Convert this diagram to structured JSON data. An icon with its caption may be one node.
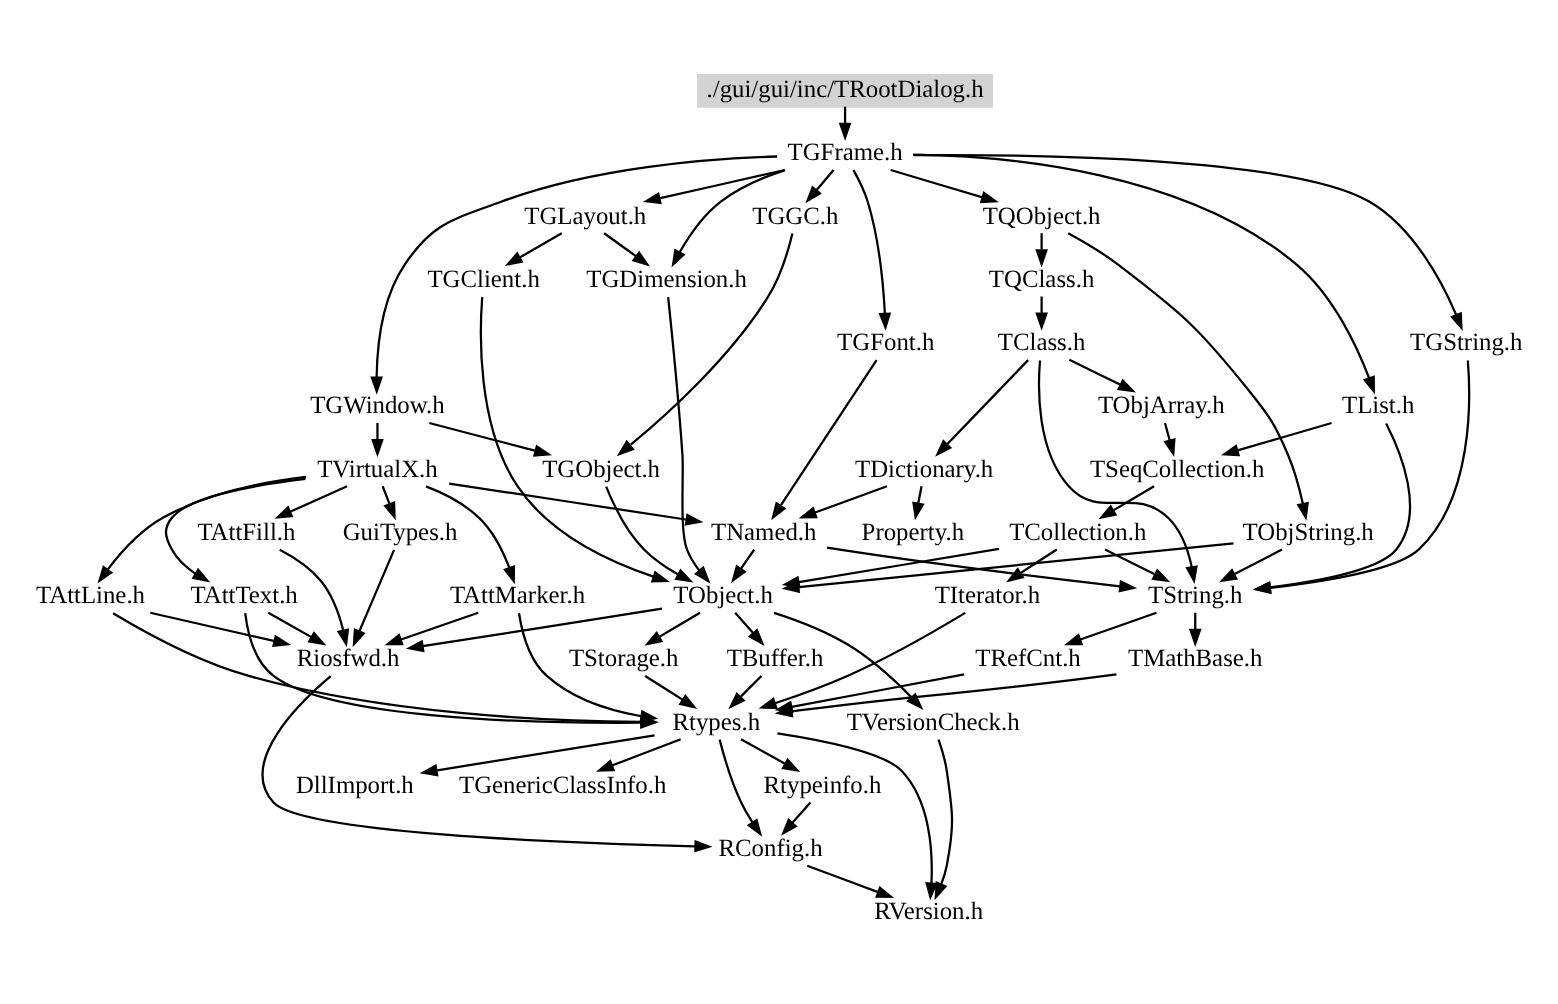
{
  "diagram": {
    "nodes": [
      {
        "text": [
          "./gui/gui/inc/TRootDialog.h"
        ]
      },
      {
        "text": [
          "TGFrame.h"
        ]
      },
      {
        "text": [
          "TQObject.h"
        ]
      },
      {
        "text": [
          "TQClass.h"
        ]
      },
      {
        "text": [
          "TClass.h"
        ]
      },
      {
        "text": [
          "TGWindow.h"
        ]
      },
      {
        "text": [
          "TObjArray.h"
        ]
      },
      {
        "text": [
          "TList.h"
        ]
      },
      {
        "text": [
          "TVirtualX.h"
        ]
      },
      {
        "text": [
          "TGLayout.h"
        ]
      },
      {
        "text": [
          "TGGC.h"
        ]
      },
      {
        "text": [
          "TGFont.h"
        ]
      },
      {
        "text": [
          "TDictionary.h"
        ]
      },
      {
        "text": [
          "TSeqCollection.h"
        ]
      },
      {
        "text": [
          "TGClient.h"
        ]
      },
      {
        "text": [
          "TGDimension.h"
        ]
      },
      {
        "text": [
          "TGString.h"
        ]
      },
      {
        "text": [
          "TGObject.h"
        ]
      },
      {
        "text": [
          "TNamed.h"
        ]
      },
      {
        "text": [
          "TObjString.h"
        ]
      },
      {
        "text": [
          "Property.h"
        ]
      },
      {
        "text": [
          "TCollection.h"
        ]
      },
      {
        "text": [
          "TAttMarker.h"
        ]
      },
      {
        "text": [
          "TAttLine.h"
        ]
      },
      {
        "text": [
          "TAttFill.h"
        ]
      },
      {
        "text": [
          "TAttText.h"
        ]
      },
      {
        "text": [
          "GuiTypes.h"
        ]
      },
      {
        "text": [
          "TObject.h"
        ]
      },
      {
        "text": [
          "TString.h"
        ]
      },
      {
        "text": [
          "Riosfwd.h"
        ]
      },
      {
        "text": [
          "TStorage.h"
        ]
      },
      {
        "text": [
          "TBuffer.h"
        ]
      },
      {
        "text": [
          "TRefCnt.h"
        ]
      },
      {
        "text": [
          "TMathBase.h"
        ]
      },
      {
        "text": [
          "TIterator.h"
        ]
      },
      {
        "text": [
          "Rtypes.h"
        ]
      },
      {
        "text": [
          "TVersionCheck.h"
        ]
      },
      {
        "text": [
          "Rtypeinfo.h"
        ]
      },
      {
        "text": [
          "DllImport.h"
        ]
      },
      {
        "text": [
          "TGenericClassInfo.h"
        ]
      },
      {
        "text": [
          "RConfig.h"
        ]
      },
      {
        "text": [
          "RVersion.h"
        ]
      }
    ],
    "edges": [
      {
        "from": 0,
        "to": 1,
        "arrow": "to"
      },
      {
        "from": 1,
        "to": 2,
        "arrow": "to"
      },
      {
        "from": 1,
        "to": 5,
        "arrow": "to"
      },
      {
        "from": 1,
        "to": 7,
        "arrow": "to"
      },
      {
        "from": 1,
        "to": 9,
        "arrow": "to"
      },
      {
        "from": 1,
        "to": 10,
        "arrow": "to"
      },
      {
        "from": 1,
        "to": 11,
        "arrow": "to"
      },
      {
        "from": 1,
        "to": 15,
        "arrow": "to"
      },
      {
        "from": 1,
        "to": 16,
        "arrow": "to"
      },
      {
        "from": 2,
        "to": 3,
        "arrow": "to"
      },
      {
        "from": 2,
        "to": 19,
        "arrow": "to"
      },
      {
        "from": 3,
        "to": 4,
        "arrow": "to"
      },
      {
        "from": 4,
        "to": 6,
        "arrow": "to"
      },
      {
        "from": 4,
        "to": 12,
        "arrow": "to"
      },
      {
        "from": 4,
        "to": 28,
        "arrow": "to"
      },
      {
        "from": 6,
        "to": 13,
        "arrow": "to"
      },
      {
        "from": 7,
        "to": 13,
        "arrow": "to"
      },
      {
        "from": 7,
        "to": 28,
        "arrow": "to"
      },
      {
        "from": 5,
        "to": 8,
        "arrow": "to"
      },
      {
        "from": 5,
        "to": 17,
        "arrow": "to"
      },
      {
        "from": 8,
        "to": 22,
        "arrow": "to"
      },
      {
        "from": 8,
        "to": 23,
        "arrow": "to"
      },
      {
        "from": 8,
        "to": 24,
        "arrow": "to"
      },
      {
        "from": 8,
        "to": 25,
        "arrow": "to"
      },
      {
        "from": 8,
        "to": 26,
        "arrow": "to"
      },
      {
        "from": 8,
        "to": 18,
        "arrow": "to"
      },
      {
        "from": 9,
        "to": 15,
        "arrow": "to"
      },
      {
        "from": 9,
        "to": 14,
        "arrow": "to"
      },
      {
        "from": 10,
        "to": 17,
        "arrow": "to"
      },
      {
        "from": 11,
        "to": 18,
        "arrow": "to"
      },
      {
        "from": 12,
        "to": 18,
        "arrow": "to"
      },
      {
        "from": 12,
        "to": 20,
        "arrow": "to"
      },
      {
        "from": 13,
        "to": 21,
        "arrow": "to"
      },
      {
        "from": 21,
        "to": 27,
        "arrow": "to"
      },
      {
        "from": 21,
        "to": 28,
        "arrow": "to"
      },
      {
        "from": 21,
        "to": 34,
        "arrow": "to"
      },
      {
        "from": 14,
        "to": 27,
        "arrow": "to"
      },
      {
        "from": 15,
        "to": 27,
        "arrow": "to"
      },
      {
        "from": 16,
        "to": 28,
        "arrow": "to"
      },
      {
        "from": 17,
        "to": 27,
        "arrow": "to"
      },
      {
        "from": 18,
        "to": 27,
        "arrow": "to"
      },
      {
        "from": 18,
        "to": 28,
        "arrow": "to"
      },
      {
        "from": 19,
        "to": 27,
        "arrow": "to"
      },
      {
        "from": 19,
        "to": 28,
        "arrow": "to"
      },
      {
        "from": 22,
        "to": 29,
        "arrow": "to"
      },
      {
        "from": 22,
        "to": 35,
        "arrow": "to"
      },
      {
        "from": 23,
        "to": 29,
        "arrow": "to"
      },
      {
        "from": 23,
        "to": 35,
        "arrow": "to"
      },
      {
        "from": 24,
        "to": 29,
        "arrow": "to"
      },
      {
        "from": 25,
        "to": 29,
        "arrow": "to"
      },
      {
        "from": 25,
        "to": 35,
        "arrow": "to"
      },
      {
        "from": 26,
        "to": 29,
        "arrow": "to"
      },
      {
        "from": 27,
        "to": 29,
        "arrow": "to"
      },
      {
        "from": 27,
        "to": 30,
        "arrow": "to"
      },
      {
        "from": 27,
        "to": 31,
        "arrow": "to"
      },
      {
        "from": 27,
        "to": 36,
        "arrow": "to"
      },
      {
        "from": 28,
        "to": 32,
        "arrow": "to"
      },
      {
        "from": 28,
        "to": 33,
        "arrow": "to"
      },
      {
        "from": 29,
        "to": 40,
        "arrow": "to"
      },
      {
        "from": 30,
        "to": 35,
        "arrow": "to"
      },
      {
        "from": 31,
        "to": 35,
        "arrow": "to"
      },
      {
        "from": 32,
        "to": 35,
        "arrow": "to"
      },
      {
        "from": 33,
        "to": 35,
        "arrow": "to"
      },
      {
        "from": 34,
        "to": 35,
        "arrow": "to"
      },
      {
        "from": 35,
        "to": 37,
        "arrow": "to"
      },
      {
        "from": 35,
        "to": 38,
        "arrow": "to"
      },
      {
        "from": 35,
        "to": 39,
        "arrow": "to"
      },
      {
        "from": 35,
        "to": 40,
        "arrow": "to"
      },
      {
        "from": 35,
        "to": 41,
        "arrow": "to"
      },
      {
        "from": 36,
        "to": 41,
        "arrow": "to"
      },
      {
        "from": 37,
        "to": 40,
        "arrow": "to"
      },
      {
        "from": 40,
        "to": 41,
        "arrow": "to"
      }
    ]
  }
}
